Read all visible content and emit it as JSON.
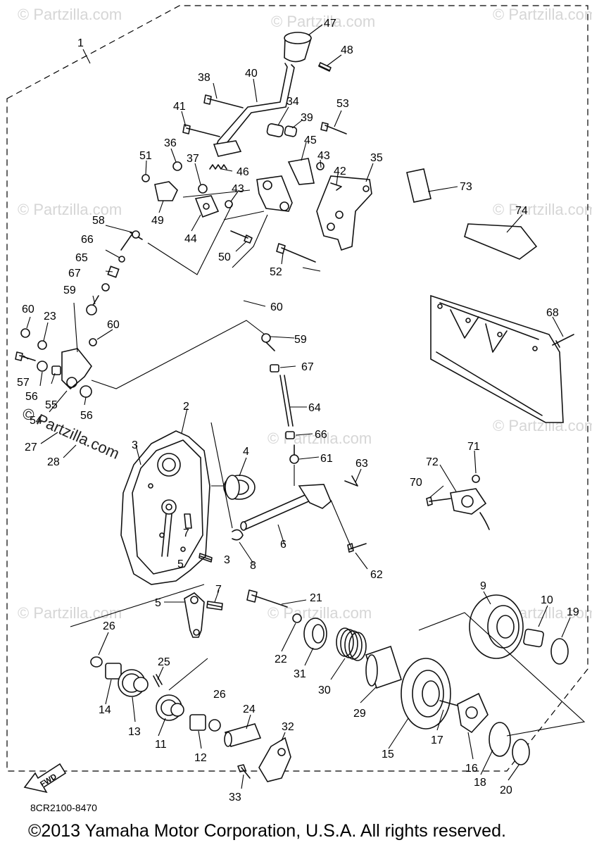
{
  "watermark": "© Partzilla.com",
  "watermark_large": "© Partzilla.com",
  "callouts": [
    "1",
    "2",
    "3",
    "4",
    "5",
    "6",
    "7",
    "8",
    "9",
    "10",
    "11",
    "12",
    "13",
    "14",
    "15",
    "16",
    "17",
    "18",
    "19",
    "20",
    "21",
    "22",
    "23",
    "24",
    "25",
    "26",
    "27",
    "28",
    "29",
    "30",
    "31",
    "32",
    "33",
    "34",
    "35",
    "36",
    "37",
    "38",
    "39",
    "40",
    "41",
    "42",
    "43",
    "44",
    "45",
    "46",
    "47",
    "48",
    "49",
    "50",
    "51",
    "52",
    "53",
    "54",
    "55",
    "56",
    "57",
    "58",
    "59",
    "60",
    "61",
    "62",
    "63",
    "64",
    "65",
    "66",
    "67",
    "68",
    "70",
    "71",
    "72",
    "73",
    "74"
  ],
  "fwd_label": "FWD",
  "diagram_code": "8CR2100-8470",
  "copyright": "©2013  Yamaha Motor Corporation, U.S.A. All rights reserved."
}
